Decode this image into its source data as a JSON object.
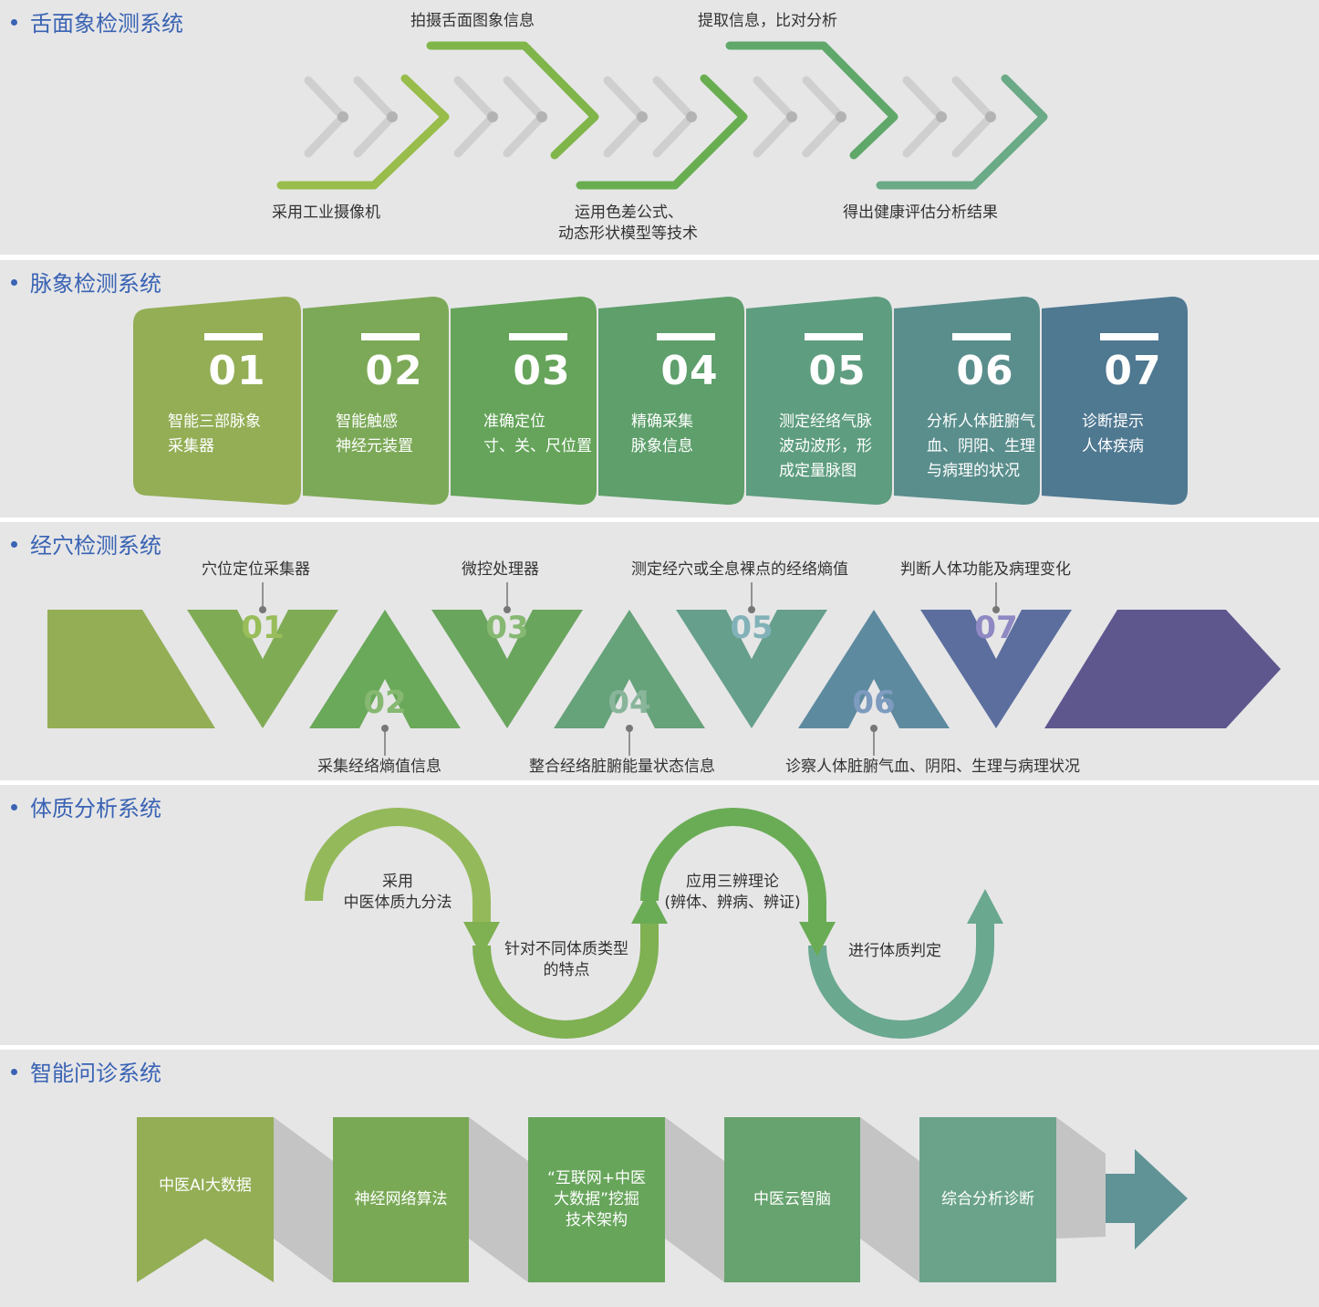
{
  "tongue": {
    "title": "舌面象检测系统",
    "labels": [
      "拍摄舌面图象信息",
      "提取信息，比对分析",
      "采用工业摄像机",
      "运用色差公式、",
      "动态形状模型等技术",
      "得出健康评估分析结果"
    ]
  },
  "pulse": {
    "title": "脉象检测系统",
    "cards": [
      {
        "num": "01",
        "lines": [
          "智能三部脉象",
          "采集器"
        ],
        "color": "#93ae55"
      },
      {
        "num": "02",
        "lines": [
          "智能触感",
          "神经元装置"
        ],
        "color": "#7ca957"
      },
      {
        "num": "03",
        "lines": [
          "准确定位",
          "寸、关、尺位置"
        ],
        "color": "#65a45a"
      },
      {
        "num": "04",
        "lines": [
          "精确采集",
          "脉象信息"
        ],
        "color": "#5e9f6b"
      },
      {
        "num": "05",
        "lines": [
          "测定经络气脉",
          "波动波形，形",
          "成定量脉图"
        ],
        "color": "#5e9d7f"
      },
      {
        "num": "06",
        "lines": [
          "分析人体脏腑气",
          "血、阴阳、生理",
          "与病理的状况"
        ],
        "color": "#5a8e8c"
      },
      {
        "num": "07",
        "lines": [
          "诊断提示",
          "人体疾病"
        ],
        "color": "#4f7891"
      }
    ]
  },
  "acupoint": {
    "title": "经穴检测系统",
    "nums": [
      "01",
      "02",
      "03",
      "04",
      "05",
      "06",
      "07"
    ],
    "top_labels": [
      "穴位定位采集器",
      "微控处理器",
      "测定经穴或全息裸点的经络熵值",
      "判断人体功能及病理变化"
    ],
    "bottom_labels": [
      "采集经络熵值信息",
      "整合经络脏腑能量状态信息",
      "诊察人体脏腑气血、阴阳、生理与病理状况"
    ]
  },
  "constitution": {
    "title": "体质分析系统",
    "step1": [
      "采用",
      "中医体质九分法"
    ],
    "step2": [
      "针对不同体质类型",
      "的特点"
    ],
    "step3": [
      "应用三辨理论",
      "(辨体、辨病、辨证)"
    ],
    "step4": [
      "进行体质判定"
    ]
  },
  "inquiry": {
    "title": "智能问诊系统",
    "boxes": [
      {
        "lines": [
          "中医AI大数据"
        ],
        "color": "#93ae55"
      },
      {
        "lines": [
          "神经网络算法"
        ],
        "color": "#7aa956"
      },
      {
        "lines": [
          "“互联网+中医",
          "大数据”挖掘",
          "技术架构"
        ],
        "color": "#67a55b"
      },
      {
        "lines": [
          "中医云智脑"
        ],
        "color": "#67a36e"
      },
      {
        "lines": [
          "综合分析诊断"
        ],
        "color": "#6aa38a"
      }
    ],
    "arrow_color": "#5f9396"
  }
}
